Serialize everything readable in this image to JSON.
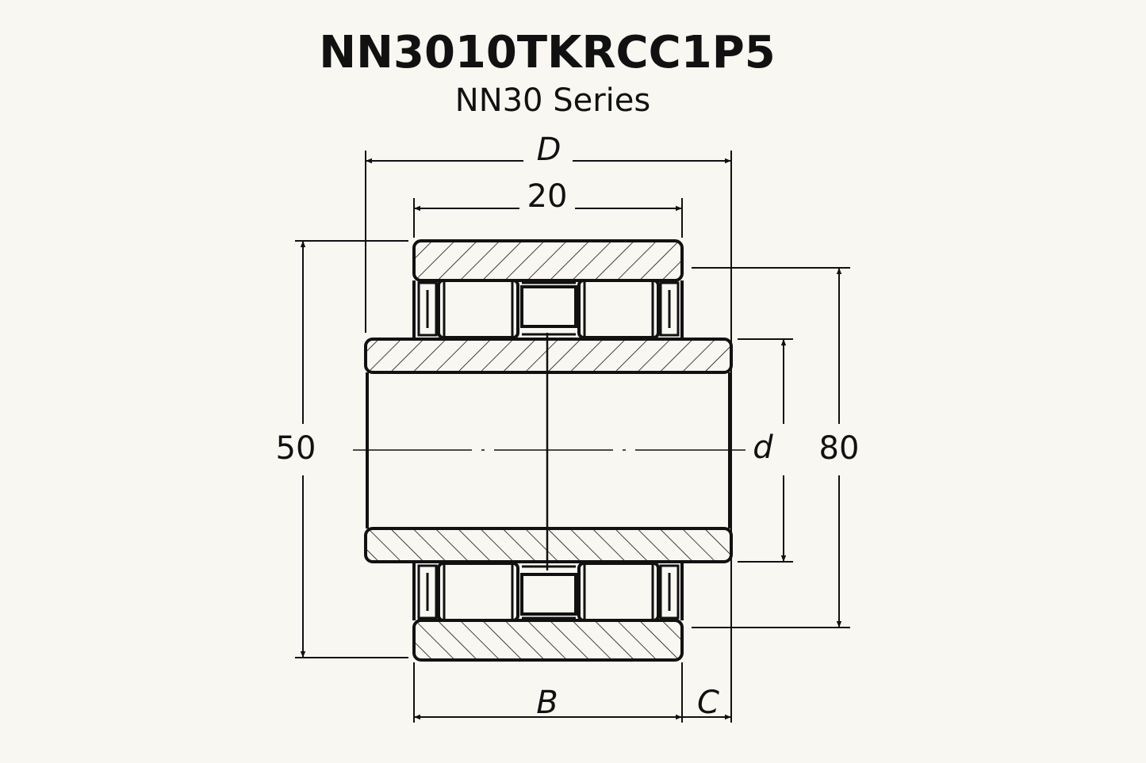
{
  "title": "NN3010TKRCC1P5",
  "subtitle": "NN30 Series",
  "dimensions": {
    "outer_width_label": "D",
    "ring_width_value": "20",
    "left_height_value": "50",
    "right_height_value": "80",
    "bore_label": "d",
    "width_label_b": "B",
    "width_label_c": "C"
  },
  "colors": {
    "background": "#f8f7f2",
    "ink": "#111111"
  }
}
